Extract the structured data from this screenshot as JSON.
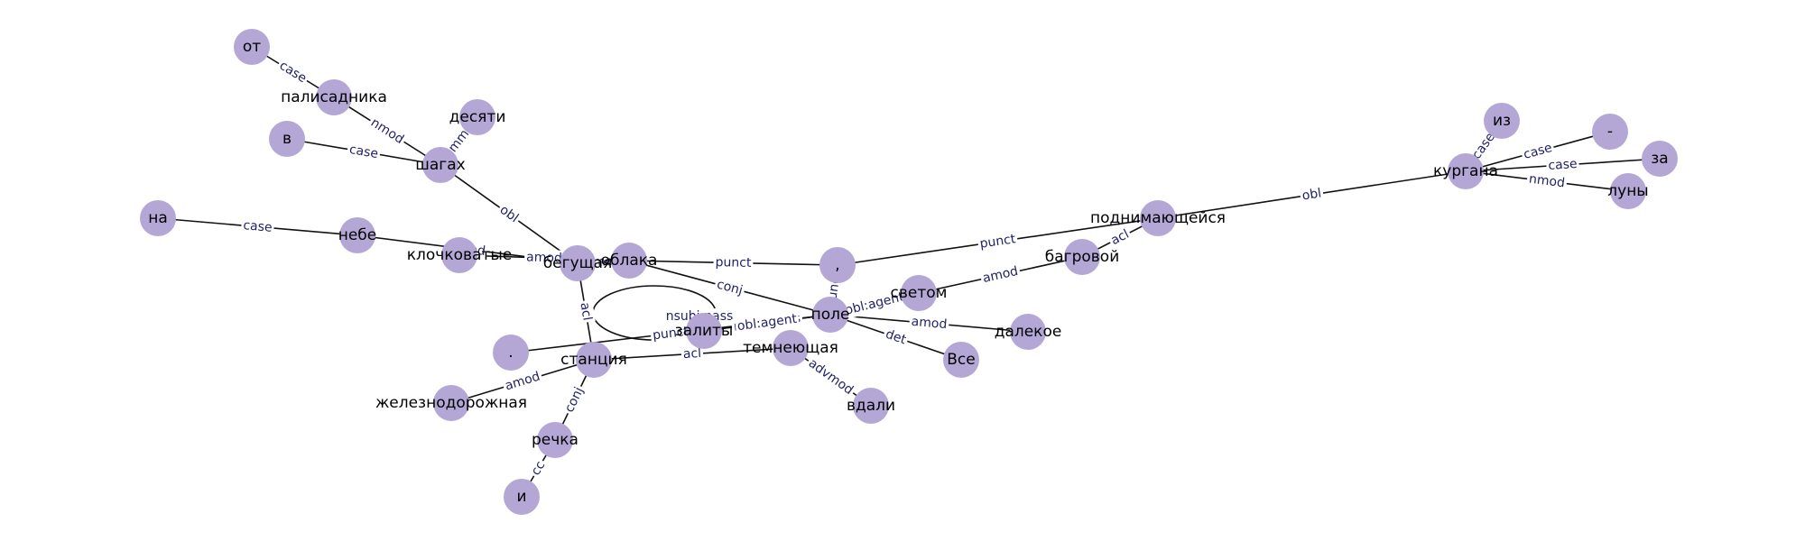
{
  "colors": {
    "node_fill": "#b4a7d6",
    "edge": "#111111",
    "edge_label": "#1f1f66",
    "background": "#ffffff"
  },
  "nodes": [
    {
      "id": "ot",
      "label": "от"
    },
    {
      "id": "palisadnika",
      "label": "палисадника"
    },
    {
      "id": "desyati",
      "label": "десяти"
    },
    {
      "id": "v",
      "label": "в"
    },
    {
      "id": "shagah",
      "label": "шагах"
    },
    {
      "id": "na",
      "label": "на"
    },
    {
      "id": "nebe",
      "label": "небе"
    },
    {
      "id": "klochkovatye",
      "label": "клочковатые"
    },
    {
      "id": "begushchaya",
      "label": "бегущая"
    },
    {
      "id": "oblaka",
      "label": "облака"
    },
    {
      "id": "comma",
      "label": ","
    },
    {
      "id": "zality",
      "label": "залиты"
    },
    {
      "id": "pole",
      "label": "поле"
    },
    {
      "id": "temneyushchaya",
      "label": "темнеющая"
    },
    {
      "id": "period",
      "label": "."
    },
    {
      "id": "stanciya",
      "label": "станция"
    },
    {
      "id": "zheleznodorozhnaya",
      "label": "железнодорожная"
    },
    {
      "id": "rechka",
      "label": "речка"
    },
    {
      "id": "i",
      "label": "и"
    },
    {
      "id": "vdali",
      "label": "вдали"
    },
    {
      "id": "vse",
      "label": "Все"
    },
    {
      "id": "dalekoe",
      "label": "далекое"
    },
    {
      "id": "svetom",
      "label": "светом"
    },
    {
      "id": "bagrovoy",
      "label": "багровой"
    },
    {
      "id": "podnimayushcheysya",
      "label": "поднимающейся"
    },
    {
      "id": "kurgana",
      "label": "кургана"
    },
    {
      "id": "iz",
      "label": "из"
    },
    {
      "id": "dash",
      "label": "-"
    },
    {
      "id": "za",
      "label": "за"
    },
    {
      "id": "luny",
      "label": "луны"
    }
  ],
  "edges": [
    {
      "from": "ot",
      "to": "palisadnika",
      "label": "case"
    },
    {
      "from": "palisadnika",
      "to": "shagah",
      "label": "nmod"
    },
    {
      "from": "desyati",
      "to": "shagah",
      "label": "nummod"
    },
    {
      "from": "v",
      "to": "shagah",
      "label": "case"
    },
    {
      "from": "shagah",
      "to": "begushchaya",
      "label": "obl"
    },
    {
      "from": "na",
      "to": "nebe",
      "label": "case"
    },
    {
      "from": "nebe",
      "to": "begushchaya",
      "label": "nmod"
    },
    {
      "from": "klochkovatye",
      "to": "oblaka",
      "label": "amod"
    },
    {
      "from": "begushchaya",
      "to": "oblaka",
      "label": "amod"
    },
    {
      "from": "oblaka",
      "to": "comma",
      "label": "punct"
    },
    {
      "from": "oblaka",
      "to": "pole",
      "label": "conj"
    },
    {
      "from": "zality",
      "to": "zality",
      "label": "nsubj:pass"
    },
    {
      "from": "begushchaya",
      "to": "stanciya",
      "label": "acl"
    },
    {
      "from": "stanciya",
      "to": "zheleznodorozhnaya",
      "label": "amod"
    },
    {
      "from": "stanciya",
      "to": "rechka",
      "label": "conj"
    },
    {
      "from": "rechka",
      "to": "i",
      "label": "cc"
    },
    {
      "from": "stanciya",
      "to": "temneyushchaya",
      "label": "acl"
    },
    {
      "from": "period",
      "to": "pole",
      "label": "punct"
    },
    {
      "from": "zality",
      "to": "pole",
      "label": "nsubj:pass"
    },
    {
      "from": "zality",
      "to": "pole",
      "label": "obl:agent"
    },
    {
      "from": "pole",
      "to": "comma",
      "label": "punct"
    },
    {
      "from": "temneyushchaya",
      "to": "vdali",
      "label": "advmod"
    },
    {
      "from": "pole",
      "to": "vse",
      "label": "det"
    },
    {
      "from": "pole",
      "to": "dalekoe",
      "label": "amod"
    },
    {
      "from": "pole",
      "to": "svetom",
      "label": "obl:agent"
    },
    {
      "from": "svetom",
      "to": "bagrovoy",
      "label": "amod"
    },
    {
      "from": "bagrovoy",
      "to": "podnimayushcheysya",
      "label": "acl"
    },
    {
      "from": "comma",
      "to": "podnimayushcheysya",
      "label": "punct"
    },
    {
      "from": "podnimayushcheysya",
      "to": "kurgana",
      "label": "obl"
    },
    {
      "from": "kurgana",
      "to": "iz",
      "label": "case"
    },
    {
      "from": "kurgana",
      "to": "dash",
      "label": "case"
    },
    {
      "from": "kurgana",
      "to": "za",
      "label": "case"
    },
    {
      "from": "kurgana",
      "to": "luny",
      "label": "nmod"
    }
  ]
}
